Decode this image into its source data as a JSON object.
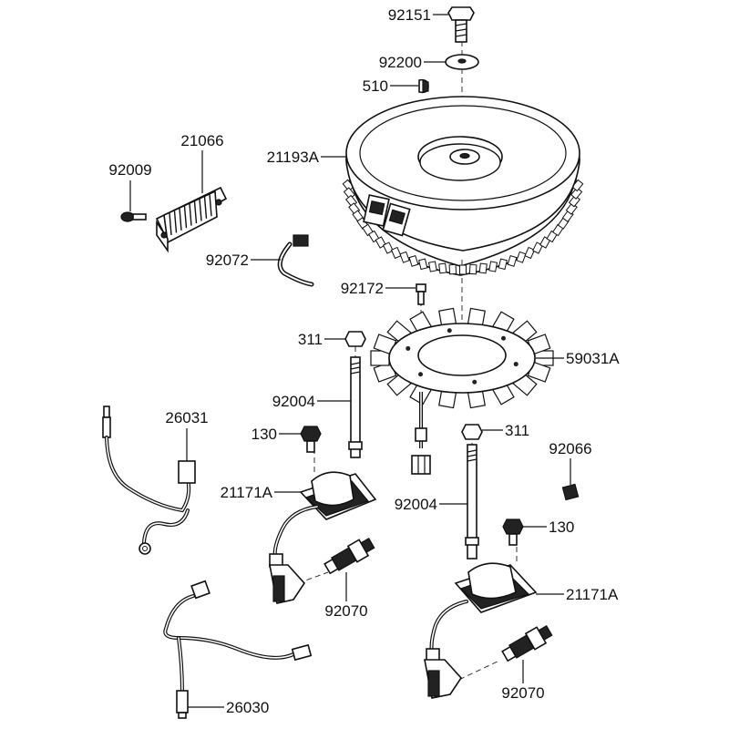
{
  "labels": [
    {
      "id": "bolt-92151",
      "text": "92151"
    },
    {
      "id": "washer-92200",
      "text": "92200"
    },
    {
      "id": "key-510",
      "text": "510"
    },
    {
      "id": "flywheel-21193A",
      "text": "21193A"
    },
    {
      "id": "regulator-21066",
      "text": "21066"
    },
    {
      "id": "screw-92009",
      "text": "92009"
    },
    {
      "id": "clamp-92072",
      "text": "92072"
    },
    {
      "id": "bolt-92172",
      "text": "92172"
    },
    {
      "id": "stator-59031A",
      "text": "59031A"
    },
    {
      "id": "nut-311-left",
      "text": "311"
    },
    {
      "id": "stud-92004-left",
      "text": "92004"
    },
    {
      "id": "harness-26031",
      "text": "26031"
    },
    {
      "id": "bolt-130-left",
      "text": "130"
    },
    {
      "id": "nut-311-right",
      "text": "311"
    },
    {
      "id": "plug-92066",
      "text": "92066"
    },
    {
      "id": "coil-21171A-left",
      "text": "21171A"
    },
    {
      "id": "stud-92004-right",
      "text": "92004"
    },
    {
      "id": "bolt-130-right",
      "text": "130"
    },
    {
      "id": "sparkplug-92070-left",
      "text": "92070"
    },
    {
      "id": "coil-21171A-right",
      "text": "21171A"
    },
    {
      "id": "sparkplug-92070-right",
      "text": "92070"
    },
    {
      "id": "harness-26030",
      "text": "26030"
    }
  ]
}
